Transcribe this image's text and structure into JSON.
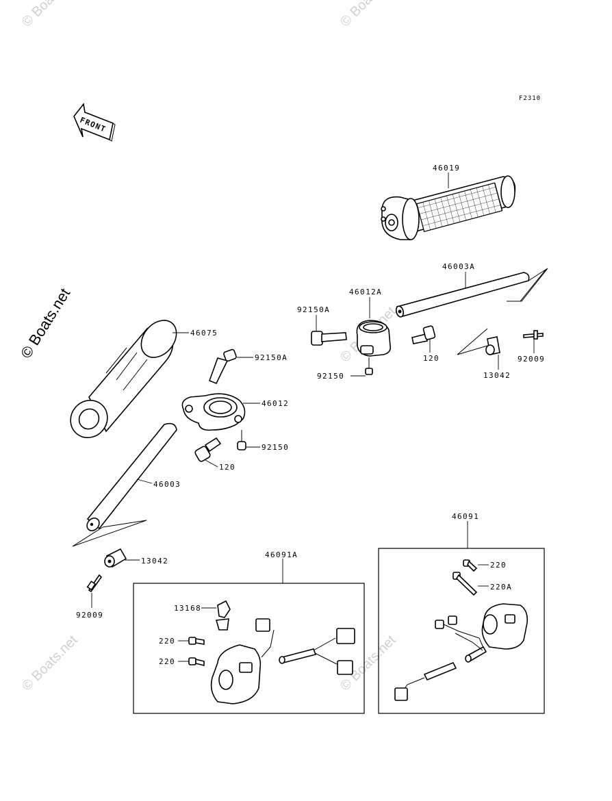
{
  "watermark": {
    "main": "© Boats.net",
    "faint": "© Boats.net"
  },
  "diagram": {
    "figure_code": "F2310",
    "front_arrow_label": "FRONT",
    "parts": {
      "p46019": "46019",
      "p46003A": "46003A",
      "p46012A": "46012A",
      "p92150A_right": "92150A",
      "p120_right": "120",
      "p92150_right": "92150",
      "p13042_right": "13042",
      "p92009_right": "92009",
      "p46075": "46075",
      "p92150A_left": "92150A",
      "p46012": "46012",
      "p92150_left": "92150",
      "p120_left": "120",
      "p46003": "46003",
      "p13042_left": "13042",
      "p92009_left": "92009",
      "p46091A": "46091A",
      "p13168": "13168",
      "p220_a": "220",
      "p220_b": "220",
      "p46091": "46091",
      "p220_c": "220",
      "p220A": "220A"
    }
  }
}
